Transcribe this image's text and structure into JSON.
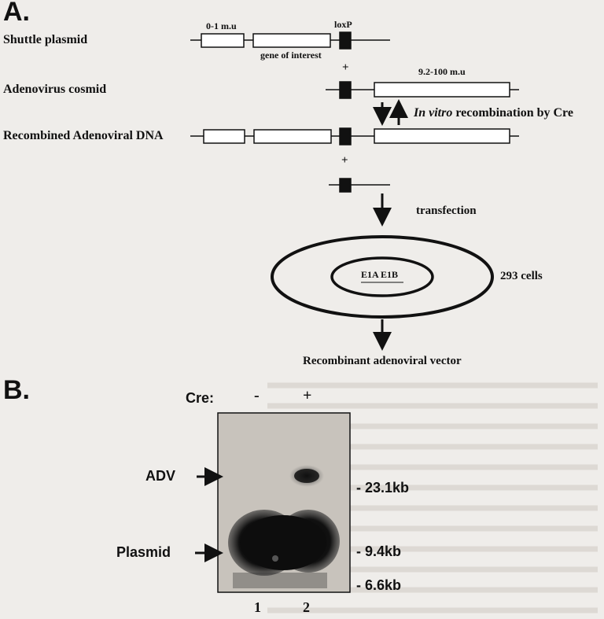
{
  "panel_a": {
    "label": "A.",
    "rows": {
      "shuttle": "Shuttle plasmid",
      "cosmid": "Adenovirus cosmid",
      "recombined": "Recombined Adenoviral DNA"
    },
    "labels": {
      "mu_left": "0-1 m.u",
      "loxp": "loxP",
      "gene": "gene of interest",
      "mu_right": "9.2-100 m.u",
      "plus1": "+",
      "plus2": "+",
      "recomb_italic": "In vitro",
      "recomb_rest": " recombination by Cre",
      "transfection": "transfection",
      "e1ae1b": "E1A E1B",
      "cells": "293 cells",
      "vector": "Recombinant adenoviral vector"
    }
  },
  "panel_b": {
    "label": "B.",
    "cre_label": "Cre:",
    "lanes": [
      {
        "cre": "-",
        "number": "1"
      },
      {
        "cre": "+",
        "number": "2"
      }
    ],
    "band_labels": {
      "adv": "ADV",
      "plasmid": "Plasmid"
    },
    "markers": [
      "- 23.1kb",
      "- 9.4kb",
      "- 6.6kb"
    ]
  },
  "colors": {
    "background": "#efedea",
    "ink": "#111111",
    "gel": "#c8c3bc"
  }
}
